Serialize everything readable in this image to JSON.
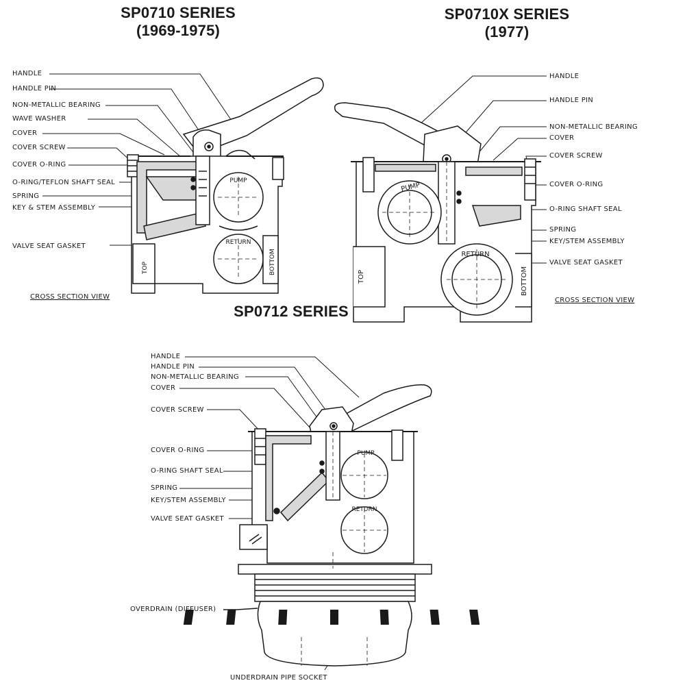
{
  "titles": {
    "sp0710": {
      "name": "SP0710 SERIES",
      "years": "(1969-1975)"
    },
    "sp0710x": {
      "name": "SP0710X SERIES",
      "years": "(1977)"
    },
    "sp0712": {
      "name": "SP0712 SERIES"
    }
  },
  "sp0710_labels": [
    "HANDLE",
    "HANDLE PIN",
    "NON-METALLIC BEARING",
    "WAVE WASHER",
    "COVER",
    "COVER SCREW",
    "COVER O-RING",
    "O-RING/TEFLON SHAFT SEAL",
    "SPRING",
    "KEY & STEM ASSEMBLY",
    "VALVE SEAT GASKET"
  ],
  "sp0710x_labels": [
    "HANDLE",
    "HANDLE PIN",
    "NON-METALLIC BEARING",
    "COVER",
    "COVER SCREW",
    "COVER O-RING",
    "O-RING SHAFT SEAL",
    "SPRING",
    "KEY/STEM ASSEMBLY",
    "VALVE SEAT GASKET"
  ],
  "sp0712_labels": [
    "HANDLE",
    "HANDLE PIN",
    "NON-METALLIC BEARING",
    "COVER",
    "COVER SCREW",
    "COVER O-RING",
    "O-RING SHAFT SEAL",
    "SPRING",
    "KEY/STEM ASSEMBLY",
    "VALVE SEAT GASKET"
  ],
  "sp0712_bottom_labels": {
    "overdrain": "OVERDRAIN (DIFFUSER)",
    "underdrain": "UNDERDRAIN PIPE SOCKET"
  },
  "cross_section_view": "CROSS SECTION VIEW",
  "port_labels": {
    "pump": "PUMP",
    "return": "RETURN",
    "top": "TOP",
    "bottom": "BOTTOM"
  }
}
